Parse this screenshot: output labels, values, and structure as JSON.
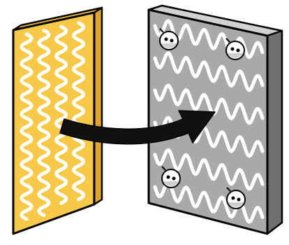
{
  "diagram": {
    "left_panel": {
      "face_color": "#f7c948",
      "side_color": "#e0a52a",
      "top_color": "#f2b93a",
      "wave_color": "#ffffff",
      "wave_columns": 4,
      "wave_icon": "zigzag-strand-pattern"
    },
    "arrow": {
      "color": "#111111",
      "icon": "curved-arrow-right"
    },
    "right_panel": {
      "face_color": "#a9a9a9",
      "side_color": "#6f6f6f",
      "top_color": "#d2d2d2",
      "wave_color": "#ffffff",
      "wave_rows": 6,
      "wave_icon": "sine-wave-pattern",
      "particle_icon": "round-particle-icon",
      "particle_count": 4
    }
  }
}
